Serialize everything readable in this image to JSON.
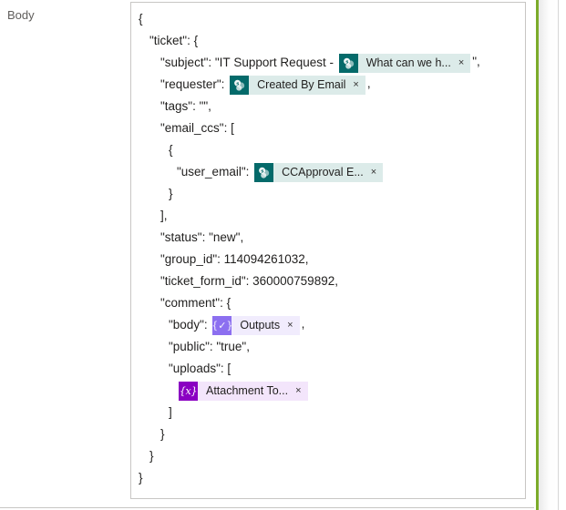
{
  "field": {
    "label": "Body"
  },
  "editor": {
    "lines": [
      {
        "indent": 0,
        "text": "{"
      },
      {
        "indent": 1,
        "text": "\"ticket\": {"
      },
      {
        "indent": 2,
        "text": "\"subject\": \"IT Support Request - ",
        "chip": "subject_chip",
        "after": "\","
      },
      {
        "indent": 2,
        "text": "\"requester\": ",
        "chip": "requester_chip",
        "after": ","
      },
      {
        "indent": 2,
        "text": "\"tags\": \"\","
      },
      {
        "indent": 2,
        "text": "\"email_ccs\": ["
      },
      {
        "indent": 3,
        "text": "{"
      },
      {
        "indent": 4,
        "text": "\"user_email\": ",
        "chip": "user_email_chip"
      },
      {
        "indent": 3,
        "text": "}"
      },
      {
        "indent": 2,
        "text": "],"
      },
      {
        "indent": 2,
        "text": "\"status\": \"new\","
      },
      {
        "indent": 2,
        "text": "\"group_id\": 114094261032,"
      },
      {
        "indent": 2,
        "text": "\"ticket_form_id\": 360000759892,"
      },
      {
        "indent": 2,
        "text": "\"comment\": {"
      },
      {
        "indent": 3,
        "text": "\"body\": ",
        "chip": "body_chip",
        "after": ","
      },
      {
        "indent": 3,
        "text": "\"public\": \"true\","
      },
      {
        "indent": 3,
        "text": "\"uploads\": ["
      },
      {
        "indent": 4,
        "text": "",
        "chip": "uploads_chip"
      },
      {
        "indent": 3,
        "text": "]"
      },
      {
        "indent": 2,
        "text": "}"
      },
      {
        "indent": 1,
        "text": "}"
      },
      {
        "indent": 0,
        "text": "}"
      }
    ],
    "chips": {
      "subject_chip": {
        "label": "What can we h...",
        "icon": "sharepoint-icon",
        "style": "sp",
        "close": "×"
      },
      "requester_chip": {
        "label": "Created By Email",
        "icon": "sharepoint-icon",
        "style": "sp",
        "close": "×"
      },
      "user_email_chip": {
        "label": "CCApproval E...",
        "icon": "sharepoint-icon",
        "style": "sp",
        "close": "×"
      },
      "body_chip": {
        "label": "Outputs",
        "icon": "expression-icon",
        "style": "outputs",
        "glyph": "{✓}",
        "close": "×"
      },
      "uploads_chip": {
        "label": "Attachment To...",
        "icon": "variable-icon",
        "style": "attach",
        "glyph": "{x}",
        "close": "×"
      }
    }
  },
  "colors": {
    "sharepoint_teal": "#046a6a",
    "sharepoint_chip_bg": "#dcebe9",
    "outputs_purple": "#8c6ff0",
    "outputs_chip_bg": "#f1ecfd",
    "attachment_purple": "#8a00c2",
    "attachment_chip_bg": "#f3e5fb",
    "accent_green_rule": "#7cab2b",
    "text": "#201f1e",
    "label_text": "#605e5c",
    "box_border": "#c8c6c4"
  }
}
